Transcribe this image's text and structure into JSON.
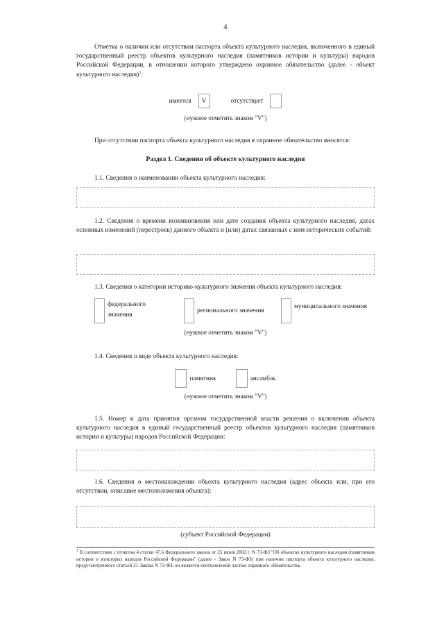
{
  "document": {
    "page_number": "4",
    "language": "ru"
  },
  "intro": {
    "paragraph": "Отметка о наличии или отсутствии паспорта объекта культурного наследия, включенного в единый государственный реестр объектов культурного наследия (памятников истории и культуры) народов Российской Федерации, в отношении которого утверждено охранное обязательство (далее - объект культурного наследия)",
    "footnote_marker": "1",
    "paragraph_tail": ":"
  },
  "presence_check": {
    "present_label": "имеется",
    "present_mark": "V",
    "absent_label": "отсутствует",
    "absent_mark": "",
    "hint": "(нужное отметить знаком \"V\")"
  },
  "transition": {
    "paragraph": "При отсутствии паспорта объекта культурного наследия в охранное обязательство вносятся:"
  },
  "section": {
    "heading": "Раздел 1. Сведения об объекте культурного наследия"
  },
  "items": {
    "item_1_1": {
      "label": "1.1. Сведения о наименовании объекта культурного наследия:",
      "field_value": ""
    },
    "item_1_2": {
      "label": "1.2. Сведения о времени возникновения или дате создания объекта культурного наследия, датах основных изменений (перестроек) данного объекта и (или) датах связанных с ним исторических событий:",
      "field_value": ""
    },
    "item_1_3": {
      "label": "1.3. Сведения о категории историко-культурного значения объекта культурного наследия:",
      "options": [
        {
          "label_line_1": "федерального",
          "label_line_2": "значения",
          "mark": ""
        },
        {
          "label_line_1": "регионального значения",
          "label_line_2": "",
          "mark": ""
        },
        {
          "label_line_1": "муниципального значения",
          "label_line_2": "",
          "mark": ""
        }
      ],
      "hint": "(нужное отметить знаком \"V\")"
    },
    "item_1_4": {
      "label": "1.4. Сведения о виде объекта культурного наследия:",
      "options": [
        {
          "label": "памятник",
          "mark": ""
        },
        {
          "label": "ансамбль",
          "mark": ""
        }
      ],
      "hint": "(нужное отметить знаком \"V\")"
    },
    "item_1_5": {
      "label": "1.5. Номер и дата принятия органом государственной власти решения о включении объекта культурного наследия в единый государственный реестр объектов культурного наследия (памятников истории и культуры) народов Российской Федерации:",
      "field_value": ""
    },
    "item_1_6": {
      "label": "1.6. Сведения о местонахождении объекта культурного наследия (адрес объекта или, при его отсутствии, описание местоположения объекта):",
      "field_value": "",
      "caption": "(субъект Российской Федерации)"
    }
  },
  "footnote": {
    "marker": "1",
    "text": " В соответствии с пунктом 4 статьи 47.6 Федерального закона от 25 июня 2002 г. N 73-ФЗ \"Об объектах культурного наследия (памятников истории и культуры) народов Российской Федерации\" (далее - Закон N 73-ФЗ) при наличии паспорта объекта культурного наследия, предусмотренного статьей 21 Закона N 73-ФЗ, он является неотъемлемой частью охранного обязательства."
  }
}
